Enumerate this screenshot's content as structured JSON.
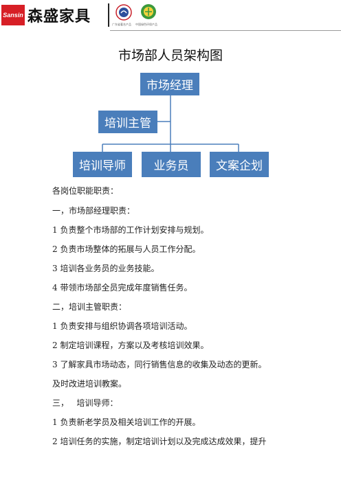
{
  "header": {
    "logo_text": "Sansin",
    "brand_name": "森盛家具",
    "badge1_caption": "广东省著名产品",
    "badge2_caption": "中国绿色环保产品",
    "brand_color": "#d71f26"
  },
  "doc": {
    "title": "市场部人员架构图",
    "org_chart": {
      "top": "市场经理",
      "assistant": "培训主管",
      "children": [
        "培训导师",
        "业务员",
        "文案企划"
      ],
      "node_color": "#4a7ebb"
    },
    "paragraphs": [
      "各岗位职能职责：",
      "一，市场部经理职责：",
      "1 负责整个市场部的工作计划安排与规划。",
      "2 负责市场整体的拓展与人员工作分配。",
      "3 培训各业务员的业务技能。",
      "4 带领市场部全员完成年度销售任务。",
      "二，培训主管职责：",
      "1 负责安排与组织协调各项培训活动。",
      "2 制定培训课程，方案以及考核培训效果。",
      "3 了解家具市场动态，同行销售信息的收集及动态的更新。",
      "及时改进培训教案。",
      "三，   培训导师：",
      "1 负责新老学员及相关培训工作的开展。",
      "2 培训任务的实施，制定培训计划以及完成达成效果，提升"
    ]
  }
}
